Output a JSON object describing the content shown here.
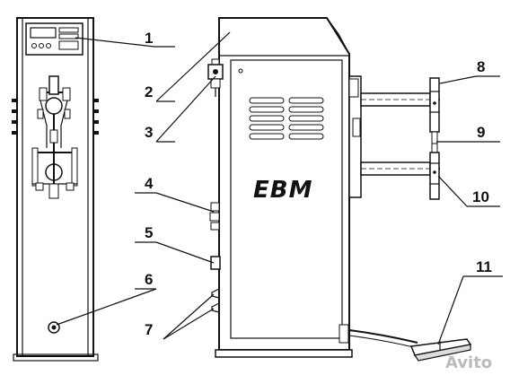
{
  "diagram": {
    "brand_logo": "EBM",
    "callouts": [
      "1",
      "2",
      "3",
      "4",
      "5",
      "6",
      "7",
      "8",
      "9",
      "10",
      "11"
    ],
    "watermark": "Avito"
  }
}
